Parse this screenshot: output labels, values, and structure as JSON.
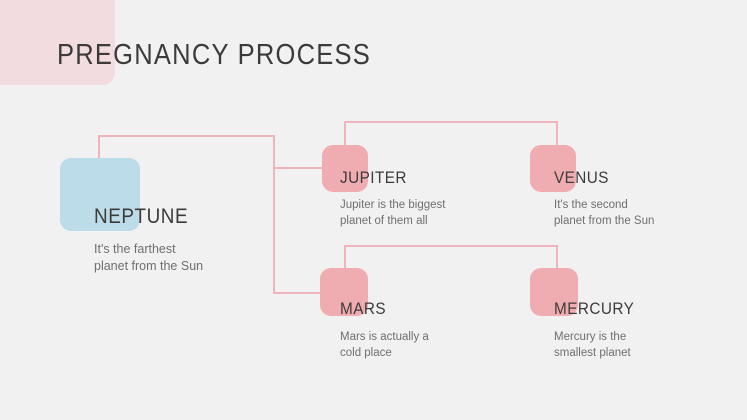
{
  "slide": {
    "title": "PREGNANCY PROCESS",
    "background_color": "#f1f1f1",
    "corner_block_color": "#f2dcdf",
    "connector_color": "#f0b4bc",
    "title_color": "#3d3a3a",
    "description_color": "#6f6f6f"
  },
  "nodes": [
    {
      "id": "neptune",
      "name": "NEPTUNE",
      "description": "It's the farthest\nplanet from the Sun",
      "box_color": "#bddce9"
    },
    {
      "id": "jupiter",
      "name": "JUPITER",
      "description": "Jupiter is the biggest\nplanet of them all",
      "box_color": "#efadb2"
    },
    {
      "id": "venus",
      "name": "VENUS",
      "description": "It's the second\nplanet from the Sun",
      "box_color": "#efadb2"
    },
    {
      "id": "mars",
      "name": "MARS",
      "description": "Mars is actually a\ncold place",
      "box_color": "#efadb2"
    },
    {
      "id": "mercury",
      "name": "MERCURY",
      "description": "Mercury is the\nsmallest planet",
      "box_color": "#efadb2"
    }
  ]
}
